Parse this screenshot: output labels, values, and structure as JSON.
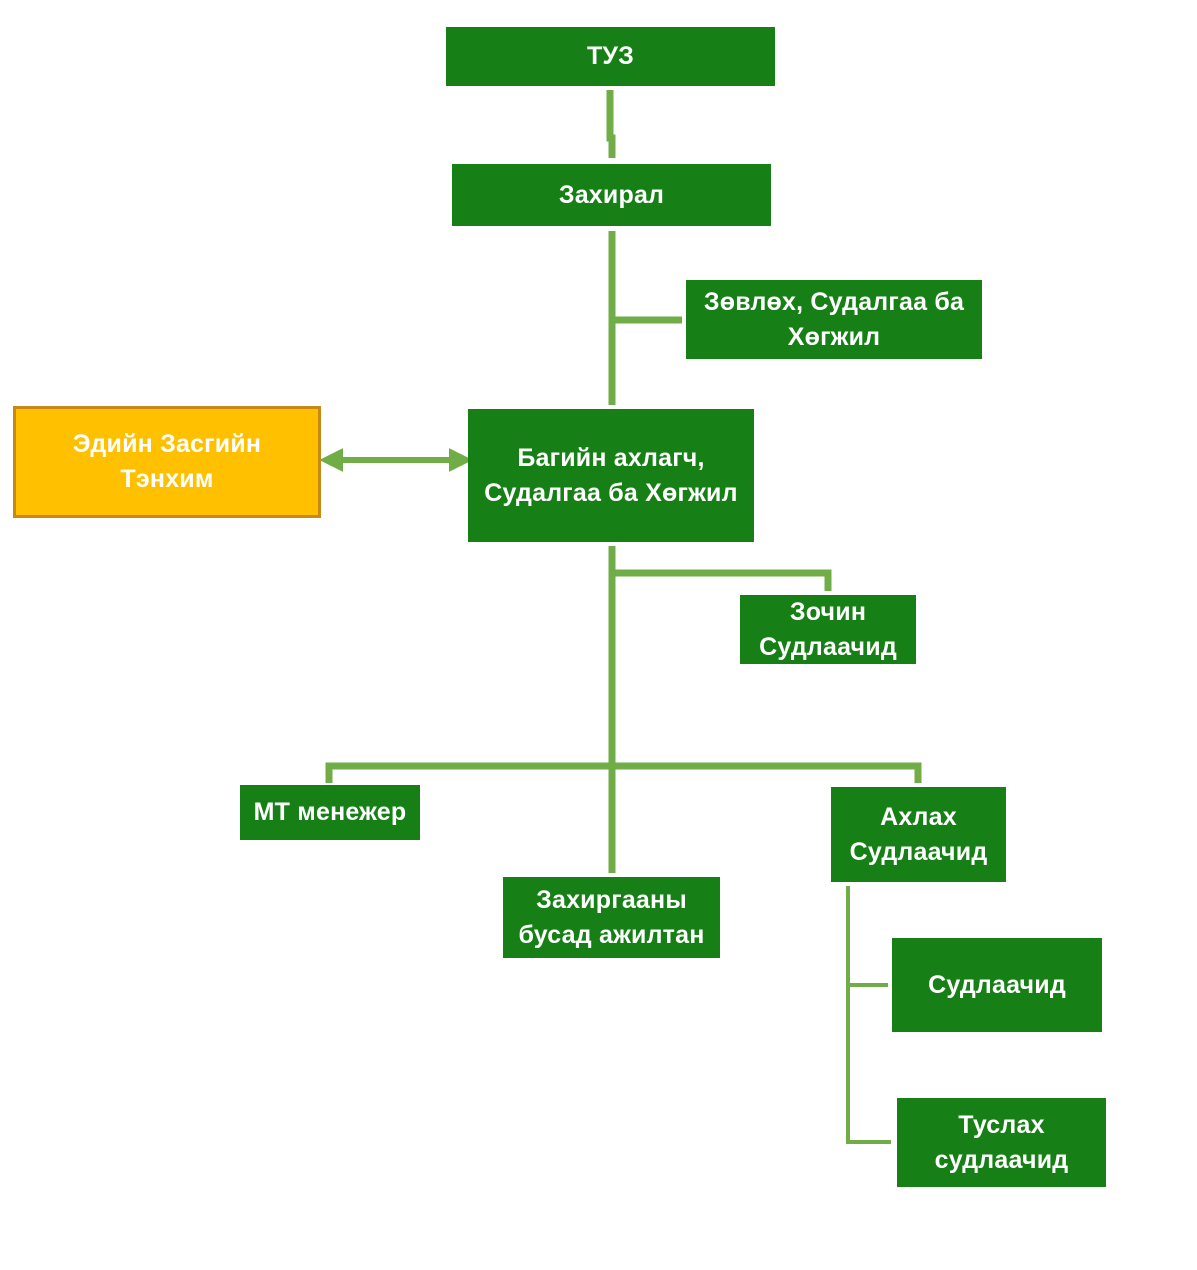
{
  "diagram": {
    "colors": {
      "node_fill": "#168016",
      "connector": "#70ad47",
      "external_fill": "#ffc000",
      "external_border": "#c78a17",
      "text": "#ffffff"
    },
    "nodes": {
      "tuz": {
        "lines": [
          "ТУЗ"
        ]
      },
      "zahiral": {
        "lines": [
          "Захирал"
        ]
      },
      "zovloh": {
        "lines": [
          "Зөвлөх, Судалгаа ба",
          "Хөгжил"
        ]
      },
      "bagiin": {
        "lines": [
          "Багийн ахлагч,",
          "Судалгаа ба Хөгжил"
        ]
      },
      "edy": {
        "lines": [
          "Эдийн Засгийн",
          "Тэнхим"
        ]
      },
      "zochin": {
        "lines": [
          "Зочин",
          "Судлаачид"
        ]
      },
      "mt": {
        "lines": [
          "МТ менежер"
        ]
      },
      "zahirgaa": {
        "lines": [
          "Захиргааны",
          "бусад ажилтан"
        ]
      },
      "ahlah": {
        "lines": [
          "Ахлах",
          "Судлаачид"
        ]
      },
      "sudlaa": {
        "lines": [
          "Судлаачид"
        ]
      },
      "tuslah": {
        "lines": [
          "Туслах",
          "судлаачид"
        ]
      }
    }
  }
}
